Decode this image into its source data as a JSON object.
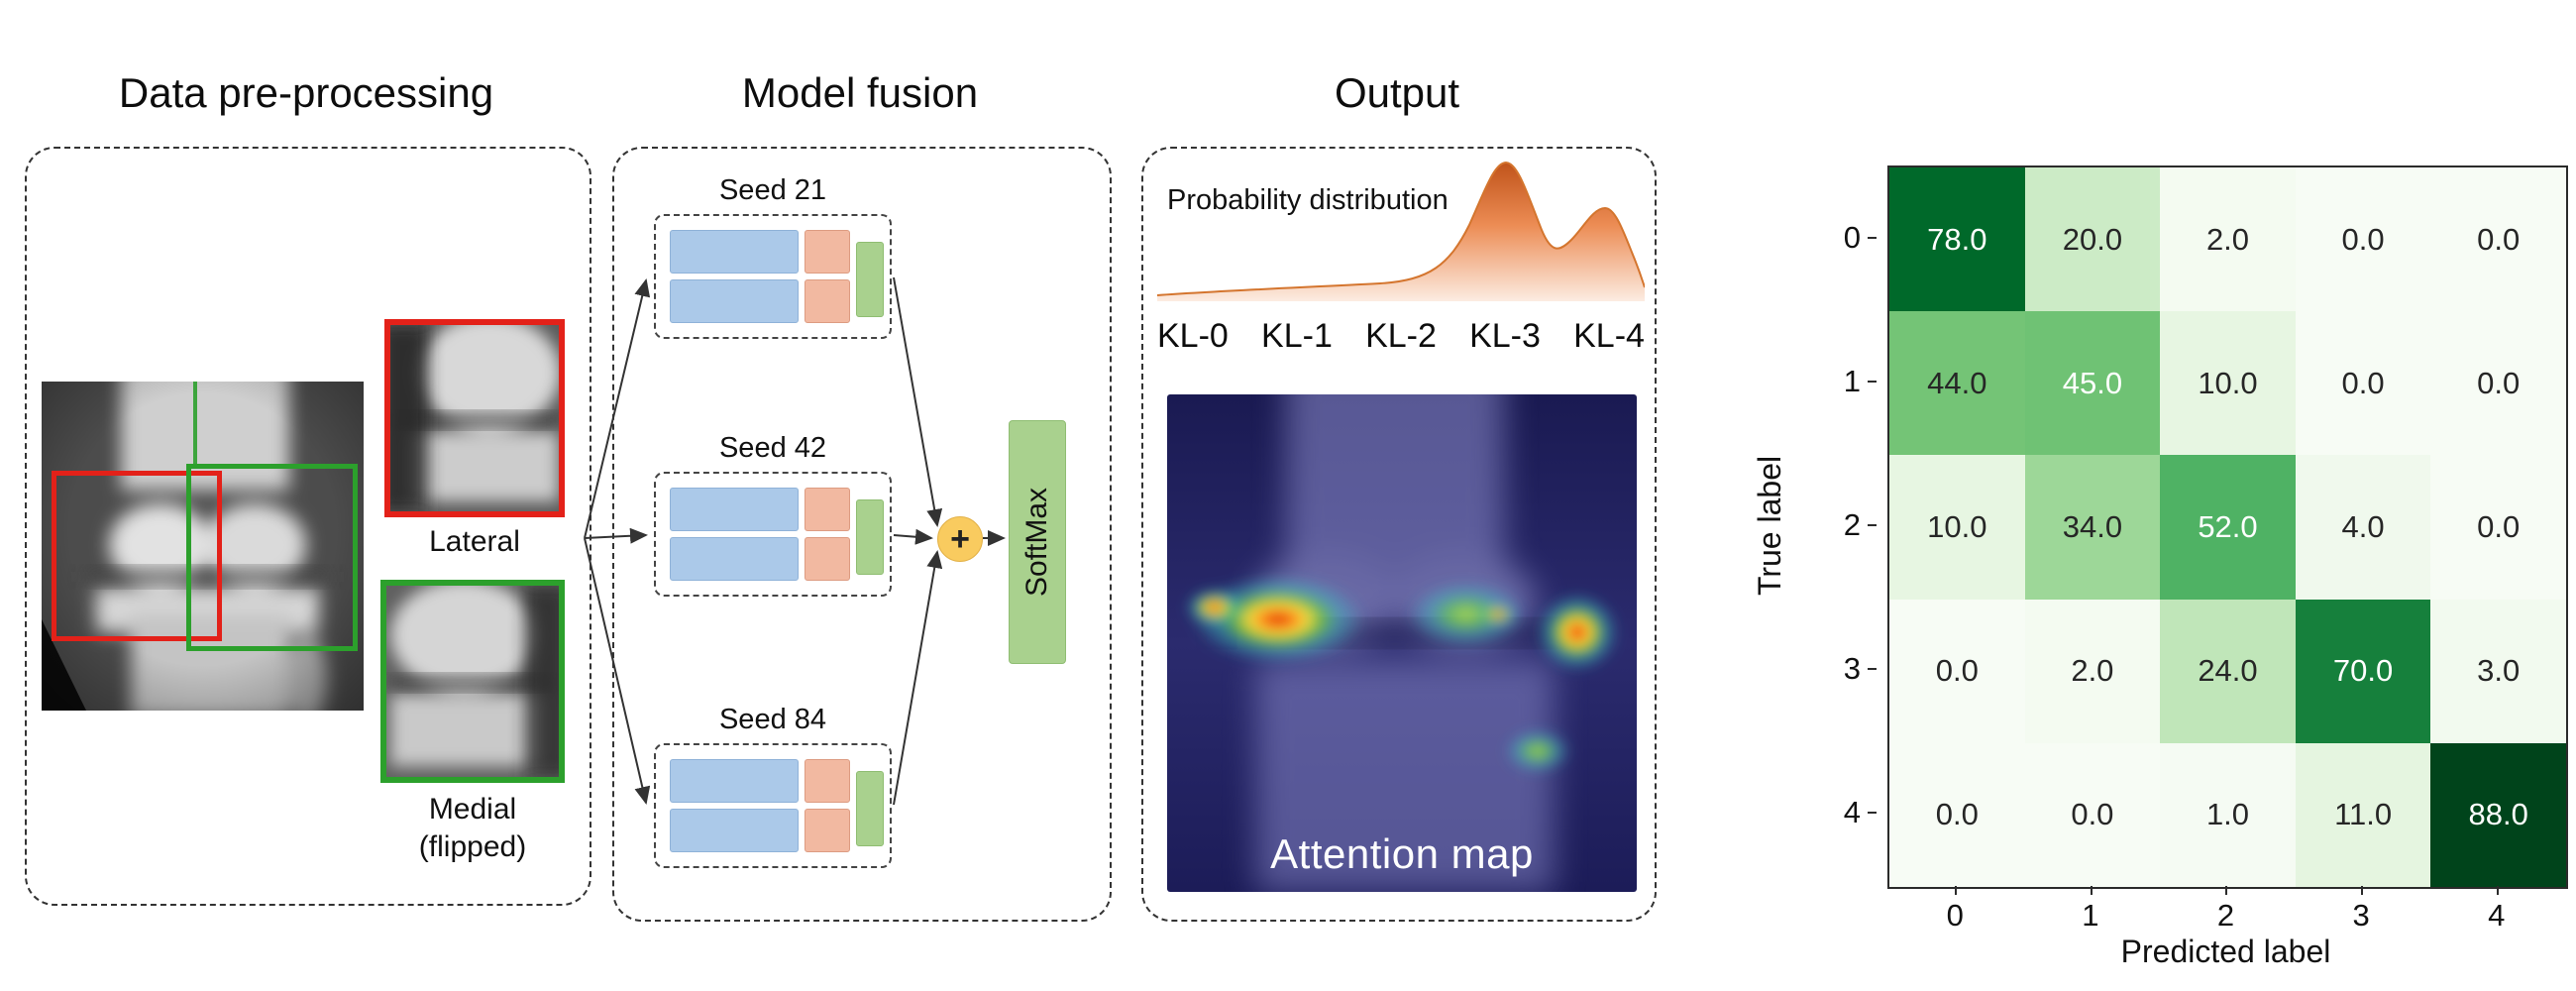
{
  "titles": {
    "preprocessing": "Data pre-processing",
    "fusion": "Model fusion",
    "output": "Output"
  },
  "preprocessing": {
    "lateral_label": "Lateral",
    "medial_label": "Medial\n(flipped)"
  },
  "fusion": {
    "seeds": [
      {
        "label": "Seed 21"
      },
      {
        "label": "Seed 42"
      },
      {
        "label": "Seed 84"
      }
    ],
    "plus_label": "+",
    "softmax_label": "SoftMax"
  },
  "output": {
    "prob_title": "Probability distribution",
    "kl_labels": [
      "KL-0",
      "KL-1",
      "KL-2",
      "KL-3",
      "KL-4"
    ],
    "attention_label": "Attention map"
  },
  "colors": {
    "accent_red": "#e32119",
    "accent_green": "#2ca02c",
    "block_blue": "#abc9e9",
    "block_orange": "#f2b9a1",
    "block_green": "#a9d18e",
    "plus_yellow": "#f9cb5f",
    "curve_orange": "#c55a11"
  },
  "chart_data": {
    "type": "heatmap",
    "title": "",
    "xlabel": "Predicted label",
    "ylabel": "True label",
    "x_tick_labels": [
      "0",
      "1",
      "2",
      "3",
      "4"
    ],
    "y_tick_labels": [
      "0",
      "1",
      "2",
      "3",
      "4"
    ],
    "matrix": [
      [
        78.0,
        20.0,
        2.0,
        0.0,
        0.0
      ],
      [
        44.0,
        45.0,
        10.0,
        0.0,
        0.0
      ],
      [
        10.0,
        34.0,
        52.0,
        4.0,
        0.0
      ],
      [
        0.0,
        2.0,
        24.0,
        70.0,
        3.0
      ],
      [
        0.0,
        0.0,
        1.0,
        11.0,
        88.0
      ]
    ],
    "vmin": 0,
    "vmax": 88,
    "colormap": "Greens",
    "colormap_stops": [
      "#f7fcf5",
      "#e5f5e0",
      "#c7e9c0",
      "#a1d99b",
      "#74c476",
      "#41ab5d",
      "#238b45",
      "#006d2c",
      "#00441b"
    ],
    "value_decimals": 1
  }
}
